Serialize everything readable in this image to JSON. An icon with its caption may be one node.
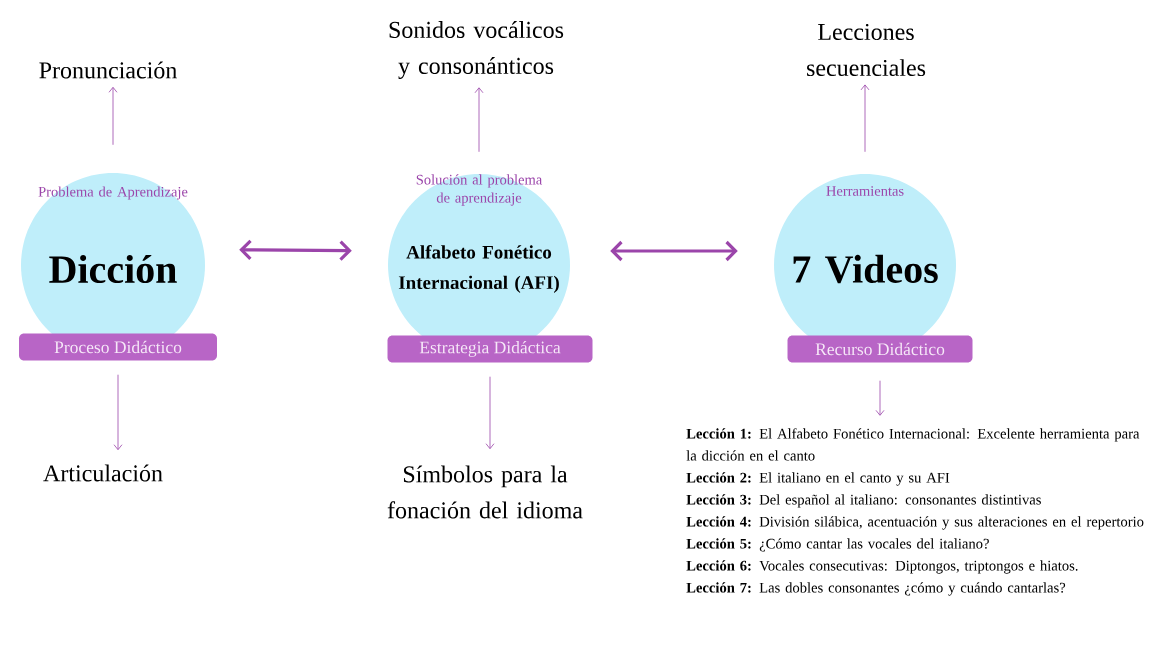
{
  "diagram": {
    "nodes": [
      {
        "text": [
          "Problema de Aprendizaje",
          "Dicción"
        ]
      },
      {
        "text": [
          "Proceso Didáctico"
        ]
      },
      {
        "text": [
          "Solución al problema de aprendizaje",
          "Alfabeto Fonético Internacional (AFI)"
        ]
      },
      {
        "text": [
          "Estrategia Didáctica"
        ]
      },
      {
        "text": [
          "Herramientas",
          "7 Videos"
        ]
      },
      {
        "text": [
          "Recurso Didáctico"
        ]
      },
      {
        "text": [
          "Pronunciación"
        ]
      },
      {
        "text": [
          "Articulación"
        ]
      },
      {
        "text": [
          "Sonidos vocálicos y consonánticos"
        ]
      },
      {
        "text": [
          "Símbolos para la fonación del idioma"
        ]
      },
      {
        "text": [
          "Lecciones secuenciales"
        ]
      },
      {
        "text": [
          "**Lección 1:** El Alfabeto Fonético Internacional: Excelente herramienta para la dicción en el canto",
          "**Lección 2:** El italiano en el canto y su AFI",
          "**Lección 3:** Del español al italiano: consonantes distintivas",
          "**Lección 4:** División silábica, acentuación y sus alteraciones en el repertorio",
          "**Lección 5:** ¿Cómo cantar las vocales del italiano?",
          "**Lección 6:** Vocales consecutivas: Diptongos, triptongos e hiatos.",
          "**Lección 7:** Las dobles consonantes ¿cómo y cuándo cantarlas?"
        ]
      }
    ],
    "edges": [
      {
        "from": 0,
        "to": 6,
        "arrow": "to"
      },
      {
        "from": 1,
        "to": 7,
        "arrow": "to"
      },
      {
        "from": 0,
        "to": 2,
        "arrow": "both",
        "style": "thick"
      },
      {
        "from": 2,
        "to": 8,
        "arrow": "to"
      },
      {
        "from": 3,
        "to": 9,
        "arrow": "to"
      },
      {
        "from": 2,
        "to": 4,
        "arrow": "both",
        "style": "thick"
      },
      {
        "from": 4,
        "to": 10,
        "arrow": "to"
      },
      {
        "from": 5,
        "to": 11,
        "arrow": "to"
      }
    ]
  }
}
